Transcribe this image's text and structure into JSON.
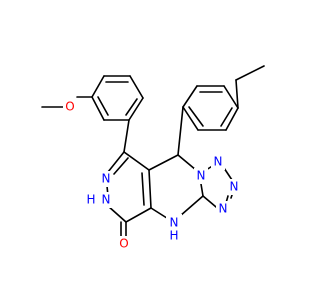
{
  "structure": {
    "atoms": [
      {
        "id": "O_methoxy",
        "symbol": "O",
        "color": "#ff0000"
      },
      {
        "id": "N_ring_a",
        "symbol": "N",
        "color": "#0000ff"
      },
      {
        "id": "N_ring_b",
        "symbol": "N",
        "color": "#0000ff"
      },
      {
        "id": "N_fused",
        "symbol": "N",
        "color": "#0000ff"
      },
      {
        "id": "N_tz1",
        "symbol": "N",
        "color": "#0000ff"
      },
      {
        "id": "N_tz2",
        "symbol": "N",
        "color": "#0000ff"
      },
      {
        "id": "N_tz3",
        "symbol": "N",
        "color": "#0000ff"
      },
      {
        "id": "N_H_ring",
        "symbol": "N",
        "color": "#0000ff"
      },
      {
        "id": "H_NH_ring",
        "symbol": "H",
        "color": "#0000ff"
      },
      {
        "id": "N_H_bridge",
        "symbol": "N",
        "color": "#0000ff"
      },
      {
        "id": "H_NH_bridge",
        "symbol": "H",
        "color": "#0000ff"
      },
      {
        "id": "O_carbonyl",
        "symbol": "O",
        "color": "#ff0000"
      }
    ]
  }
}
